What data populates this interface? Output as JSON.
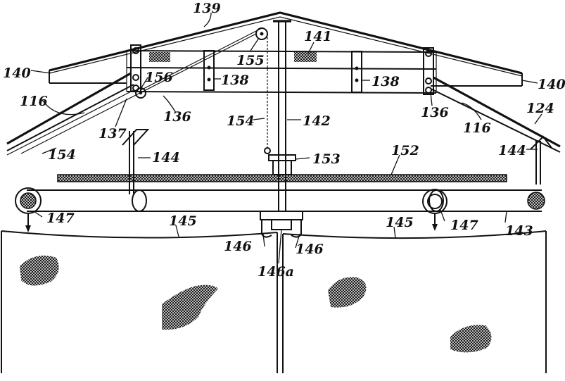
{
  "figure": {
    "labels": [
      {
        "id": "139",
        "text": "139"
      },
      {
        "id": "140-left",
        "text": "140"
      },
      {
        "id": "140-right",
        "text": "140"
      },
      {
        "id": "141",
        "text": "141"
      },
      {
        "id": "155",
        "text": "155"
      },
      {
        "id": "156",
        "text": "156"
      },
      {
        "id": "138-left",
        "text": "138"
      },
      {
        "id": "138-right",
        "text": "138"
      },
      {
        "id": "116-left",
        "text": "116"
      },
      {
        "id": "116-right",
        "text": "116"
      },
      {
        "id": "124",
        "text": "124"
      },
      {
        "id": "136-left",
        "text": "136"
      },
      {
        "id": "136-right",
        "text": "136"
      },
      {
        "id": "137",
        "text": "137"
      },
      {
        "id": "154-upper",
        "text": "154"
      },
      {
        "id": "154-lower",
        "text": "154"
      },
      {
        "id": "142",
        "text": "142"
      },
      {
        "id": "144-left",
        "text": "144"
      },
      {
        "id": "144-right",
        "text": "144"
      },
      {
        "id": "153",
        "text": "153"
      },
      {
        "id": "152",
        "text": "152"
      },
      {
        "id": "147-left",
        "text": "147"
      },
      {
        "id": "147-right",
        "text": "147"
      },
      {
        "id": "145-left",
        "text": "145"
      },
      {
        "id": "145-right",
        "text": "145"
      },
      {
        "id": "143",
        "text": "143"
      },
      {
        "id": "146-left",
        "text": "146"
      },
      {
        "id": "146-right",
        "text": "146"
      },
      {
        "id": "146a",
        "text": "146a"
      }
    ]
  },
  "colors": {
    "ink": "#111111",
    "paper": "#ffffff"
  }
}
